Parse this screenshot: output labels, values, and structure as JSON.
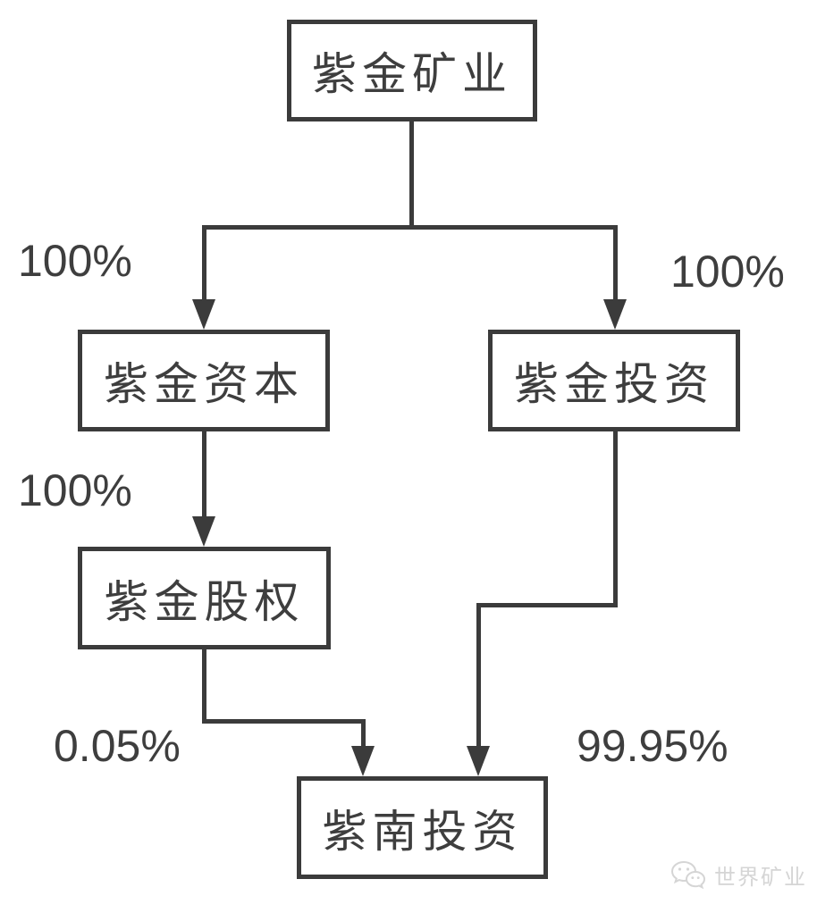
{
  "diagram": {
    "nodes": {
      "parent": {
        "label": "紫金矿业"
      },
      "capital": {
        "label": "紫金资本"
      },
      "investment": {
        "label": "紫金投资"
      },
      "equity": {
        "label": "紫金股权"
      },
      "zinan": {
        "label": "紫南投资"
      }
    },
    "edges": {
      "parent_to_capital": {
        "label": "100%"
      },
      "parent_to_investment": {
        "label": "100%"
      },
      "capital_to_equity": {
        "label": "100%"
      },
      "equity_to_zinan": {
        "label": "0.05%"
      },
      "investment_to_zinan": {
        "label": "99.95%"
      }
    },
    "colors": {
      "line": "#3b3b3b",
      "text": "#3e3e3e",
      "watermark": "#d5d5d5",
      "background": "#ffffff"
    },
    "watermark": {
      "icon": "wechat-icon",
      "text": "世界矿业"
    }
  }
}
